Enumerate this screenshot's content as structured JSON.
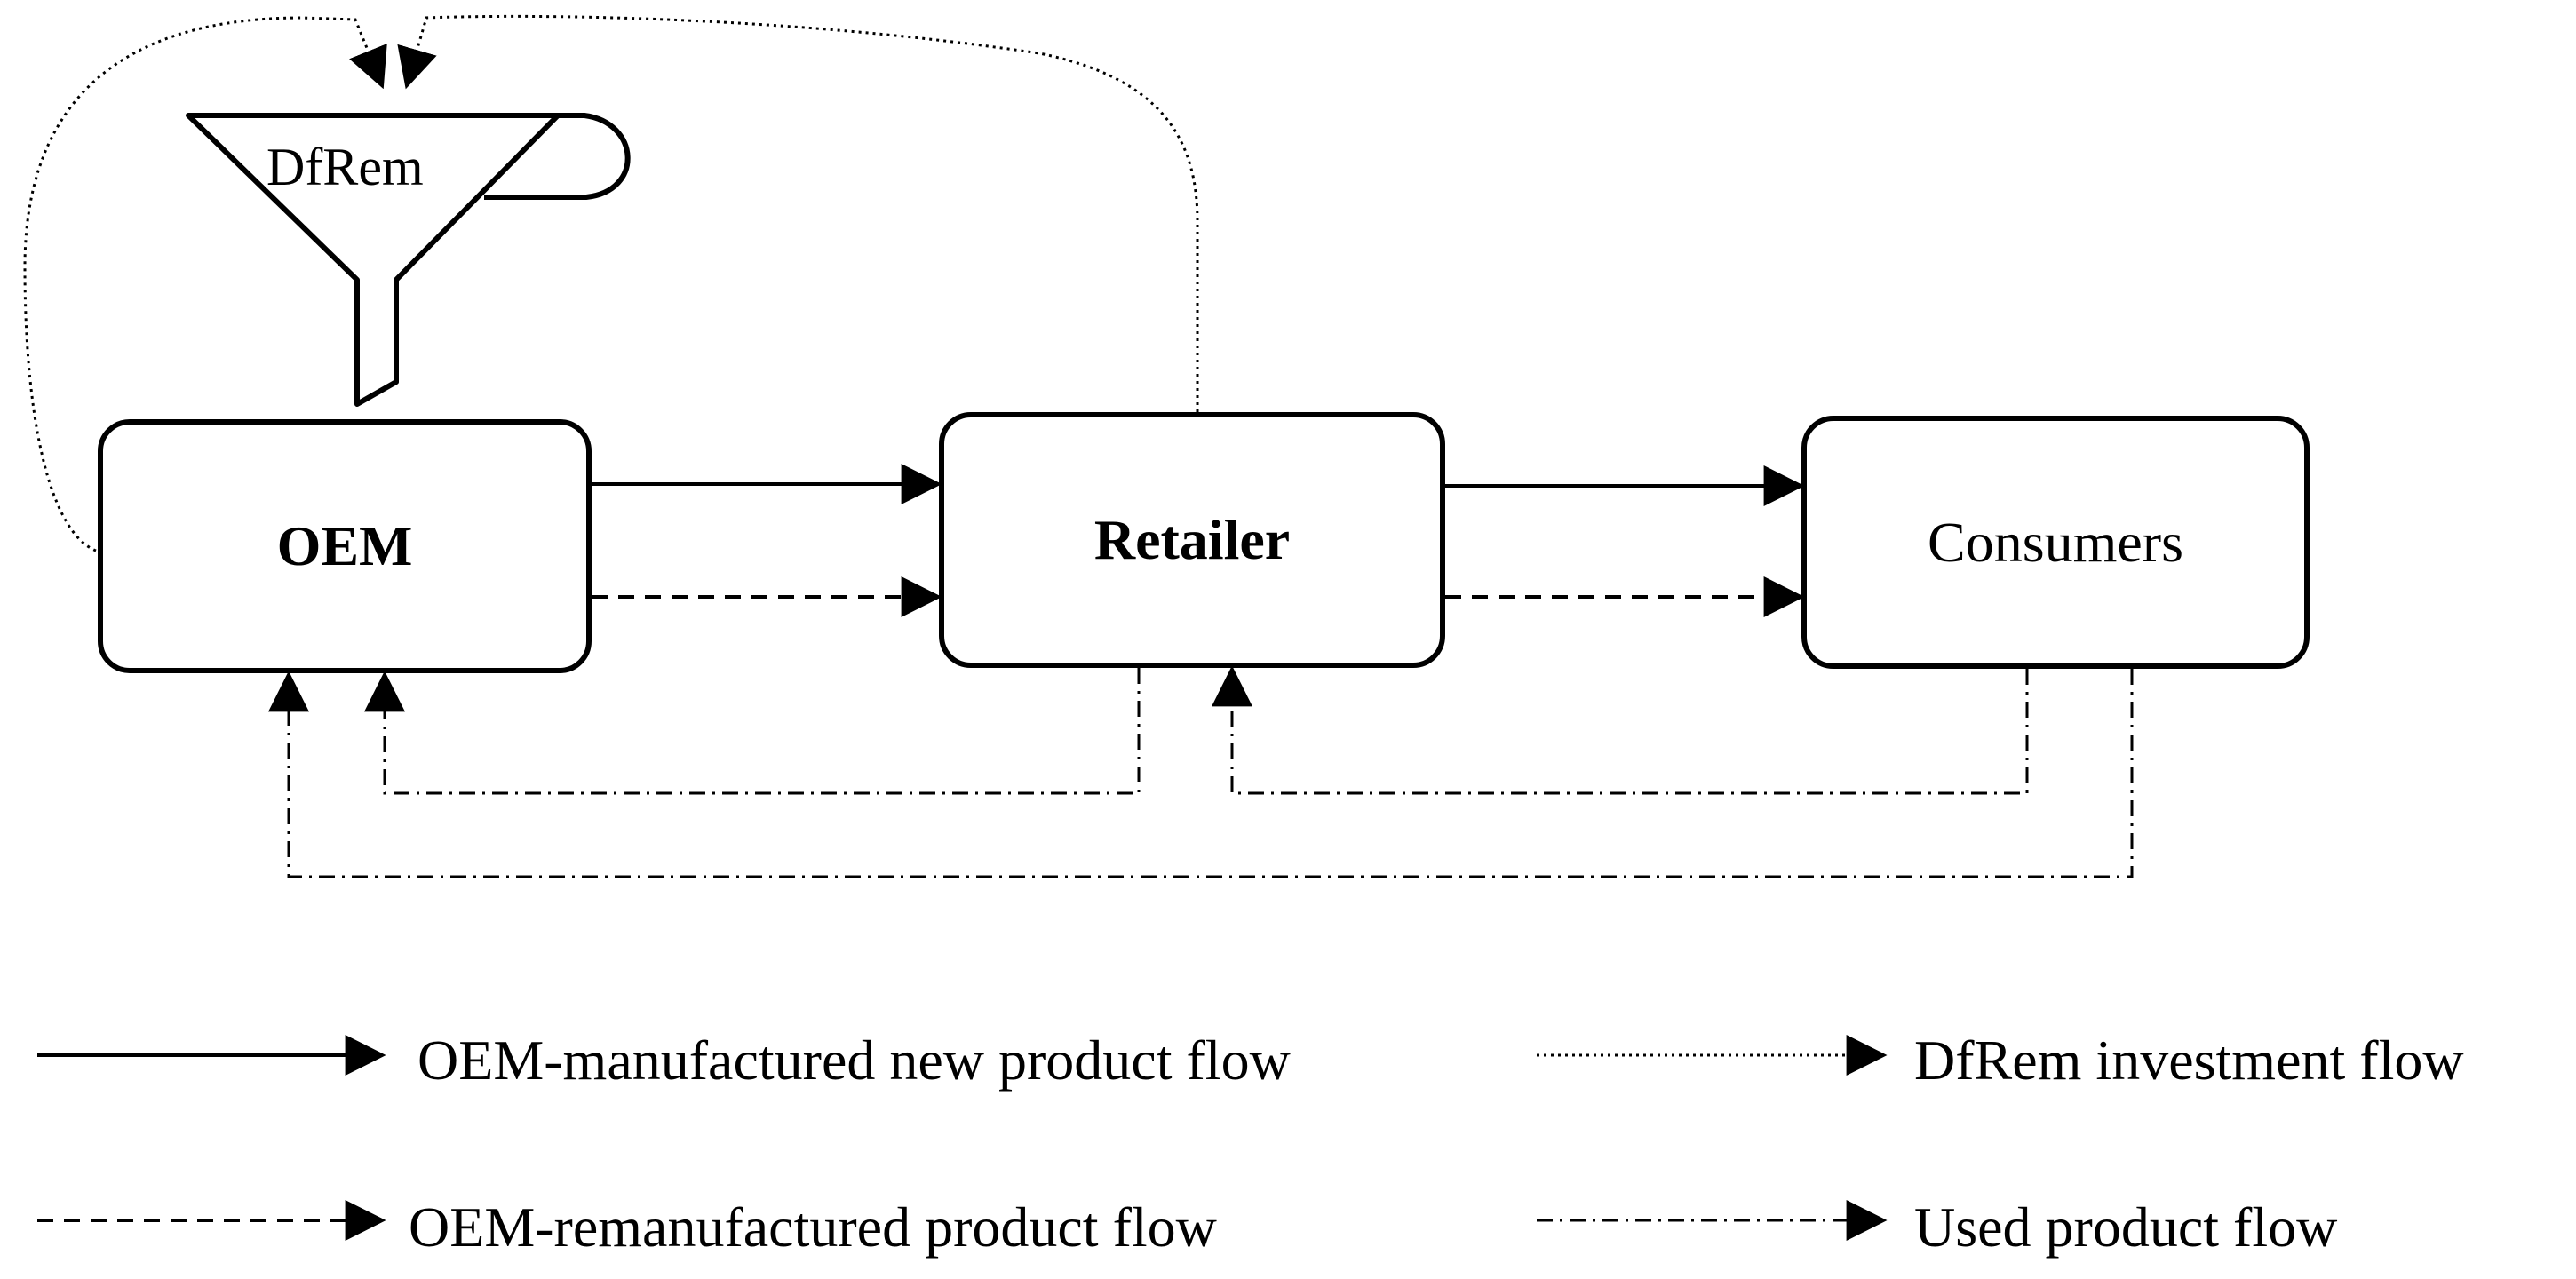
{
  "nodes": {
    "oem": "OEM",
    "retailer": "Retailer",
    "consumers": "Consumers"
  },
  "funnel_label": "DfRem",
  "legend": {
    "new_product": "OEM-manufactured new product flow",
    "remanufactured_product": "OEM-remanufactured product flow",
    "dfrem_investment": "DfRem investment flow",
    "used_product": "Used product flow"
  },
  "line_styles": {
    "new_product": "solid",
    "remanufactured_product": "dashed",
    "dfrem_investment": "dotted",
    "used_product": "dash-dot"
  },
  "colors": {
    "stroke": "#000000",
    "background": "#ffffff"
  }
}
